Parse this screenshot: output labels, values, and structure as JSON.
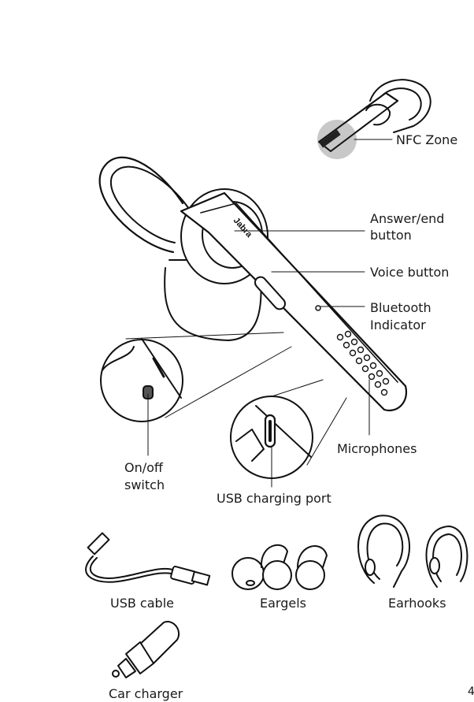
{
  "diagram": {
    "brand_logo_text": "Jabra",
    "labels": {
      "nfc_zone": "NFC Zone",
      "answer_end_line1": "Answer/end",
      "answer_end_line2": "button",
      "voice_button": "Voice button",
      "bluetooth_line1": "Bluetooth",
      "bluetooth_line2": "Indicator",
      "microphones": "Microphones",
      "on_off_line1": "On/off",
      "on_off_line2": "switch",
      "usb_port": "USB charging port"
    }
  },
  "accessories": [
    {
      "label": "USB cable"
    },
    {
      "label": "Eargels"
    },
    {
      "label": "Earhooks"
    },
    {
      "label": "Car charger"
    }
  ],
  "page_number": "4"
}
